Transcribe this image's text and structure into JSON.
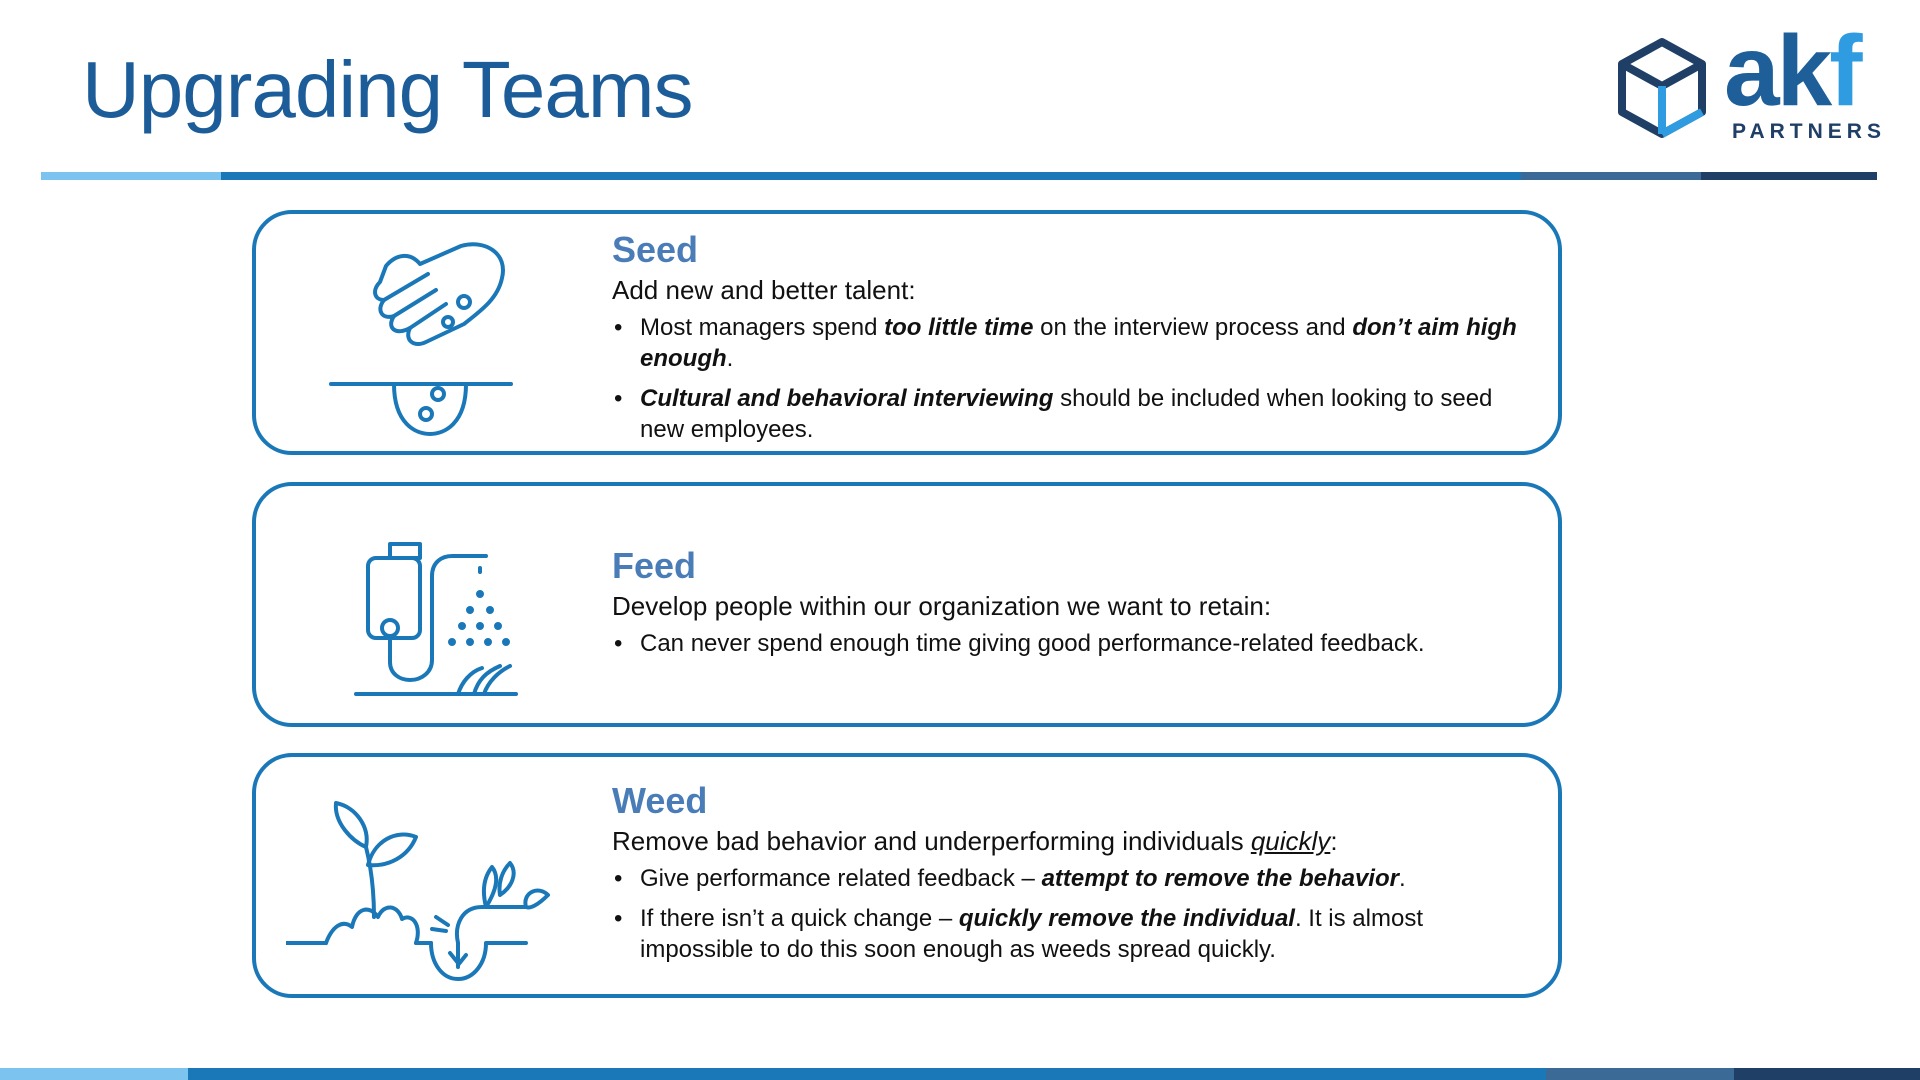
{
  "page": {
    "title": "Upgrading Teams"
  },
  "logo": {
    "word_main": "ak",
    "word_accent": "f",
    "sub": "PARTNERS"
  },
  "colors": {
    "title": "#1c5d99",
    "card_border": "#1b78b8",
    "card_title": "#4a7db7",
    "icon_stroke": "#1b78b8",
    "rule_segments": [
      "#7cc3ef",
      "#1b78b8",
      "#3c6a96",
      "#1f3f66"
    ]
  },
  "cards": [
    {
      "icon": "seed-hand-icon",
      "title": "Seed",
      "lead": "Add new and better talent:",
      "bullets": [
        {
          "parts": [
            "Most managers spend ",
            "too little time",
            " on the interview process and ",
            "don’t aim high enough",
            "."
          ]
        },
        {
          "parts": [
            "Cultural and behavioral interviewing",
            " should be included when looking to seed new employees."
          ]
        }
      ]
    },
    {
      "icon": "watering-can-icon",
      "title": "Feed",
      "lead": "Develop people within our organization we want to retain:",
      "bullets": [
        {
          "parts": [
            "Can never spend enough time giving good performance-related feedback."
          ]
        }
      ]
    },
    {
      "icon": "weed-plant-icon",
      "title": "Weed",
      "lead_parts": [
        "Remove bad behavior and underperforming individuals ",
        "quickly",
        ":"
      ],
      "bullets": [
        {
          "parts": [
            "Give performance related feedback – ",
            "attempt to remove the behavior",
            "."
          ]
        },
        {
          "parts": [
            "If there isn’t a quick change – ",
            "quickly remove the individual",
            ". It is almost impossible to do this soon enough as weeds spread quickly."
          ]
        }
      ]
    }
  ]
}
